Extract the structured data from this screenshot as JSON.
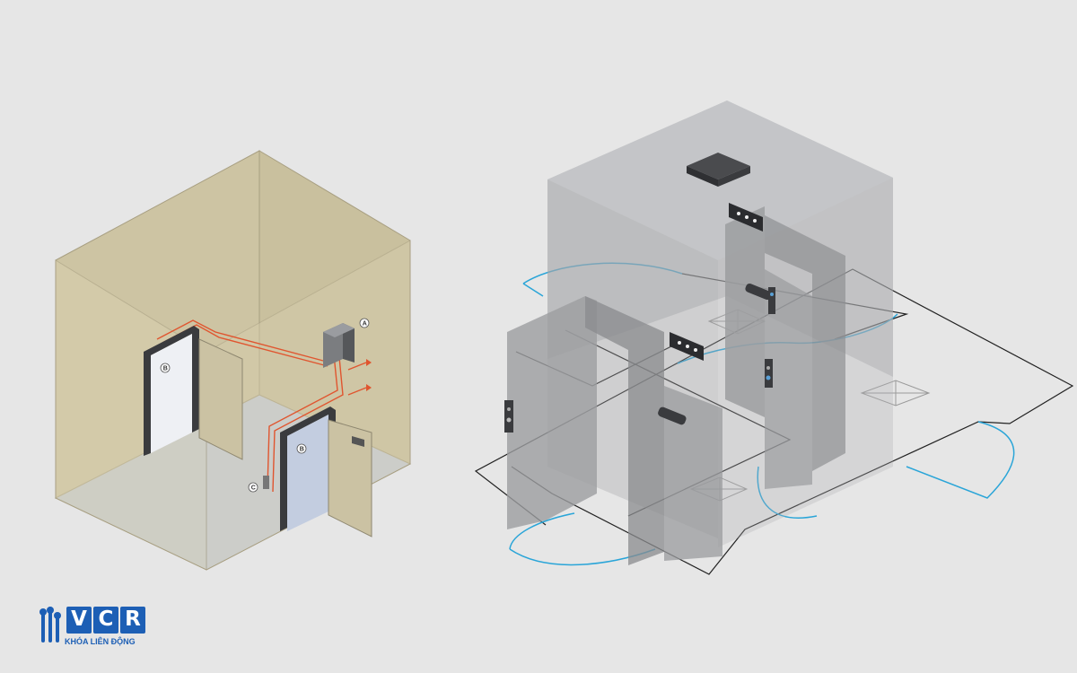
{
  "left_diagram": {
    "labels": {
      "control_box": "A",
      "door_1": "B",
      "door_2": "B",
      "switch": "C"
    }
  },
  "brand": {
    "logo_letters": [
      "V",
      "C",
      "R"
    ],
    "tagline": "KHÓA LIÊN ĐỘNG"
  },
  "colors": {
    "background": "#e6e6e6",
    "wall": "#cfc6a6",
    "floor": "#c2cde2",
    "wiring": "#e0552f",
    "glass": "#a9aaad",
    "sensor_arc": "#2aa5d8",
    "brand_blue": "#1d5fb5"
  }
}
